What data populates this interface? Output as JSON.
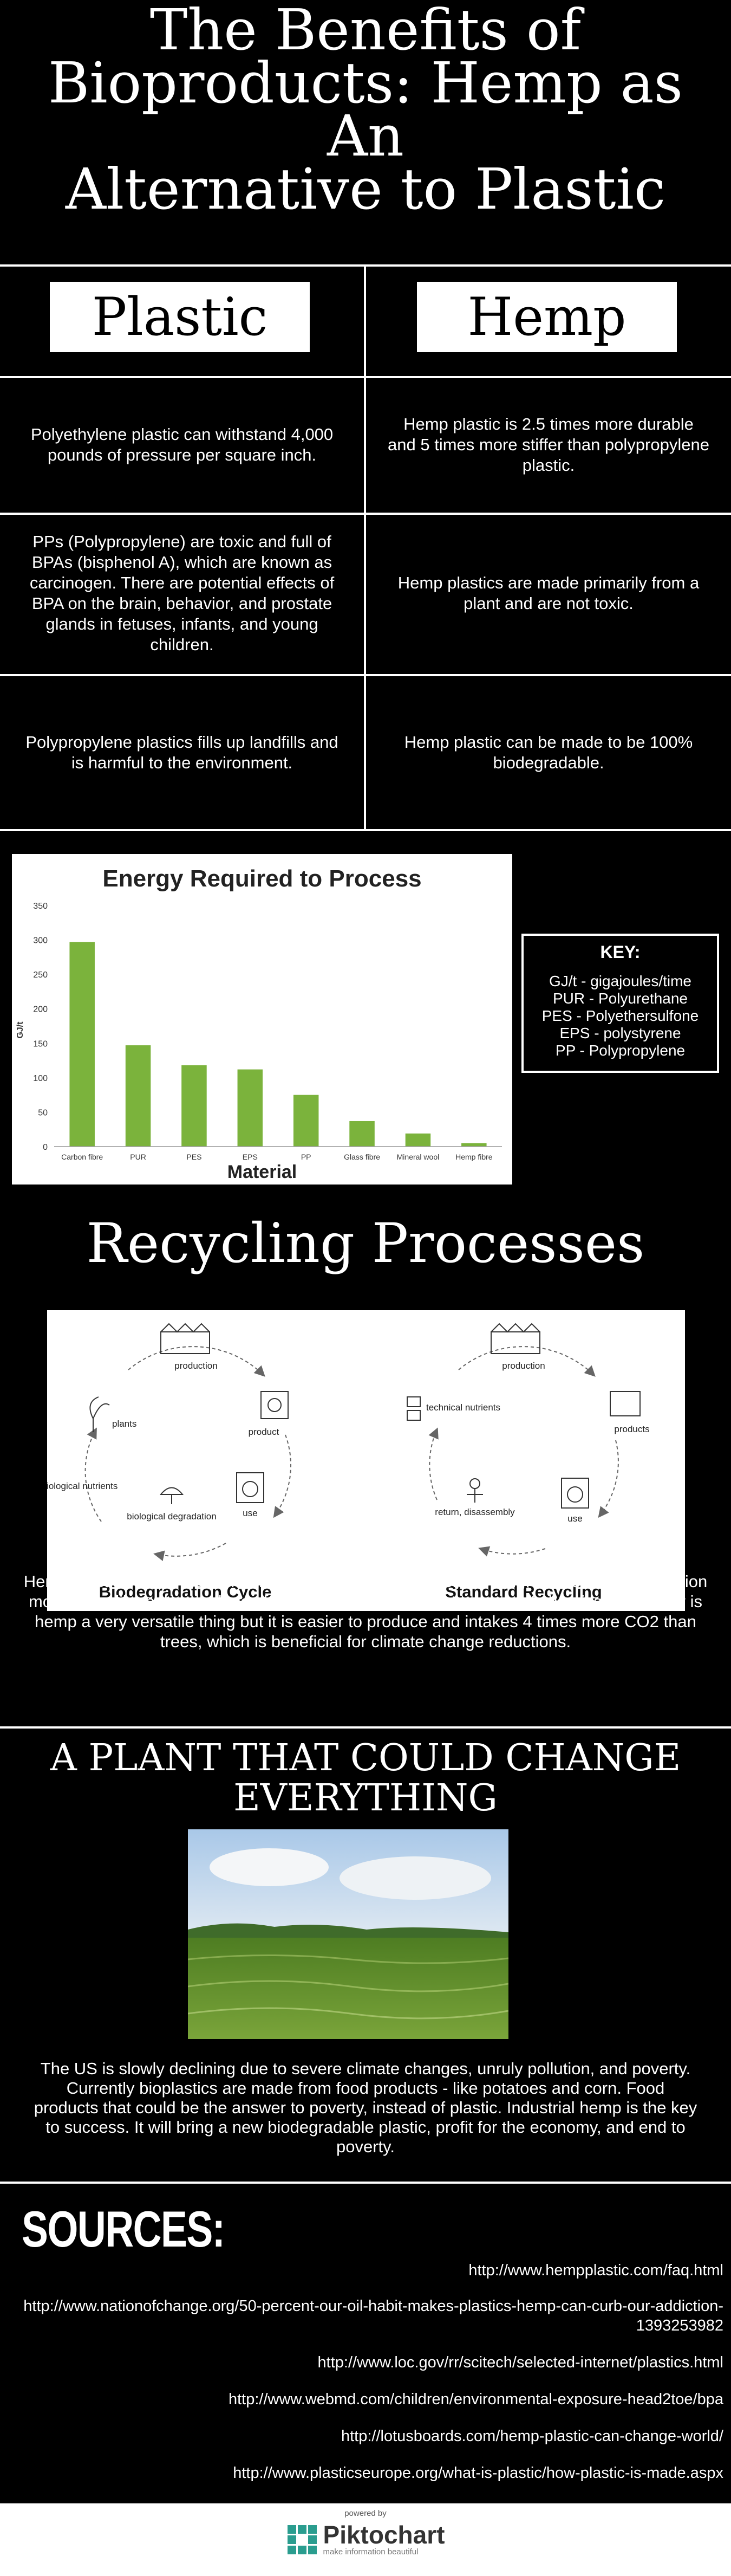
{
  "title": [
    "The Benefits of",
    "Bioproducts: Hemp as",
    "An",
    "Alternative to Plastic"
  ],
  "columns": {
    "left": "Plastic",
    "right": "Hemp"
  },
  "comparison": [
    {
      "plastic": "Polyethylene plastic can withstand 4,000 pounds of pressure per square inch.",
      "hemp": "Hemp plastic is 2.5 times more durable and 5 times more stiffer than polypropylene plastic."
    },
    {
      "plastic": "PPs (Polypropylene) are toxic and full of BPAs (bisphenol A), which are known as carcinogen. There are potential effects of BPA on the brain, behavior, and prostate glands in fetuses, infants, and young children.",
      "hemp": "Hemp plastics are made primarily from a plant and are not toxic."
    },
    {
      "plastic": "Polypropylene plastics fills up landfills and is harmful to the environment.",
      "hemp": "Hemp plastic can be made to be 100% biodegradable."
    }
  ],
  "chart_data": {
    "type": "bar",
    "title": "Energy Required to Process",
    "xlabel": "Material",
    "ylabel": "GJ/t",
    "categories": [
      "Carbon fibre",
      "PUR",
      "PES",
      "EPS",
      "PP",
      "Glass fibre",
      "Mineral wool",
      "Hemp fibre"
    ],
    "values": [
      297,
      147,
      118,
      112,
      75,
      37,
      19,
      5
    ],
    "ylim": [
      0,
      350
    ],
    "yticks": [
      0,
      50,
      100,
      150,
      200,
      250,
      300,
      350
    ],
    "grid": false,
    "bar_color": "#7bb33c"
  },
  "key": {
    "heading": "KEY:",
    "lines": [
      "GJ/t - gigajoules/time",
      "PUR - Polyurethane",
      "PES - Polyethersulfone",
      "EPS - polystyrene",
      "PP - Polypropylene"
    ]
  },
  "recycling": {
    "title": "Recycling Processes",
    "bio_cycle": {
      "caption": "Biodegradation Cycle",
      "labels": [
        "production",
        "product",
        "use",
        "biological degradation",
        "biological nutrients",
        "plants"
      ]
    },
    "std_cycle": {
      "caption": "Standard Recycling",
      "labels": [
        "production",
        "products",
        "use",
        "return, disassembly",
        "technical nutrients"
      ]
    },
    "text": "Hemp plastic can be made in three different ways, injection molding, extrusion, compression molding, unlike polypropylene plastic which require a vast amount of chemicals.  Not only is hemp a very versatile thing but it is easier to produce and intakes 4 times more CO2 than trees, which is beneficial for climate change reductions."
  },
  "plant": {
    "title": [
      "A PLANT THAT COULD CHANGE",
      "EVERYTHING"
    ],
    "text": "The US is slowly declining due to severe climate changes, unruly pollution, and poverty. Currently bioplastics are made from food products - like potatoes and corn. Food products that could be the answer to poverty, instead of plastic. Industrial hemp is the key to success. It will bring a new biodegradable plastic, profit for the economy, and end to poverty."
  },
  "sources": {
    "title": "SOURCES:",
    "links": [
      "http://www.hempplastic.com/faq.html",
      "http://www.nationofchange.org/50-percent-our-oil-habit-makes-plastics-hemp-can-curb-our-addiction-1393253982",
      "http://www.loc.gov/rr/scitech/selected-internet/plastics.html",
      "http://www.webmd.com/children/environmental-exposure-head2toe/bpa",
      "http://lotusboards.com/hemp-plastic-can-change-world/",
      "http://www.plasticseurope.org/what-is-plastic/how-plastic-is-made.aspx"
    ]
  },
  "footer": {
    "powered": "powered by",
    "brand": "Piktochart",
    "tagline": "make information beautiful"
  },
  "colors": {
    "background": "#000000",
    "text": "#ffffff",
    "bar": "#7bb33c",
    "sky": "#bcd3ea",
    "field": "#5f8e2c",
    "brand": "#2a9d8f"
  }
}
